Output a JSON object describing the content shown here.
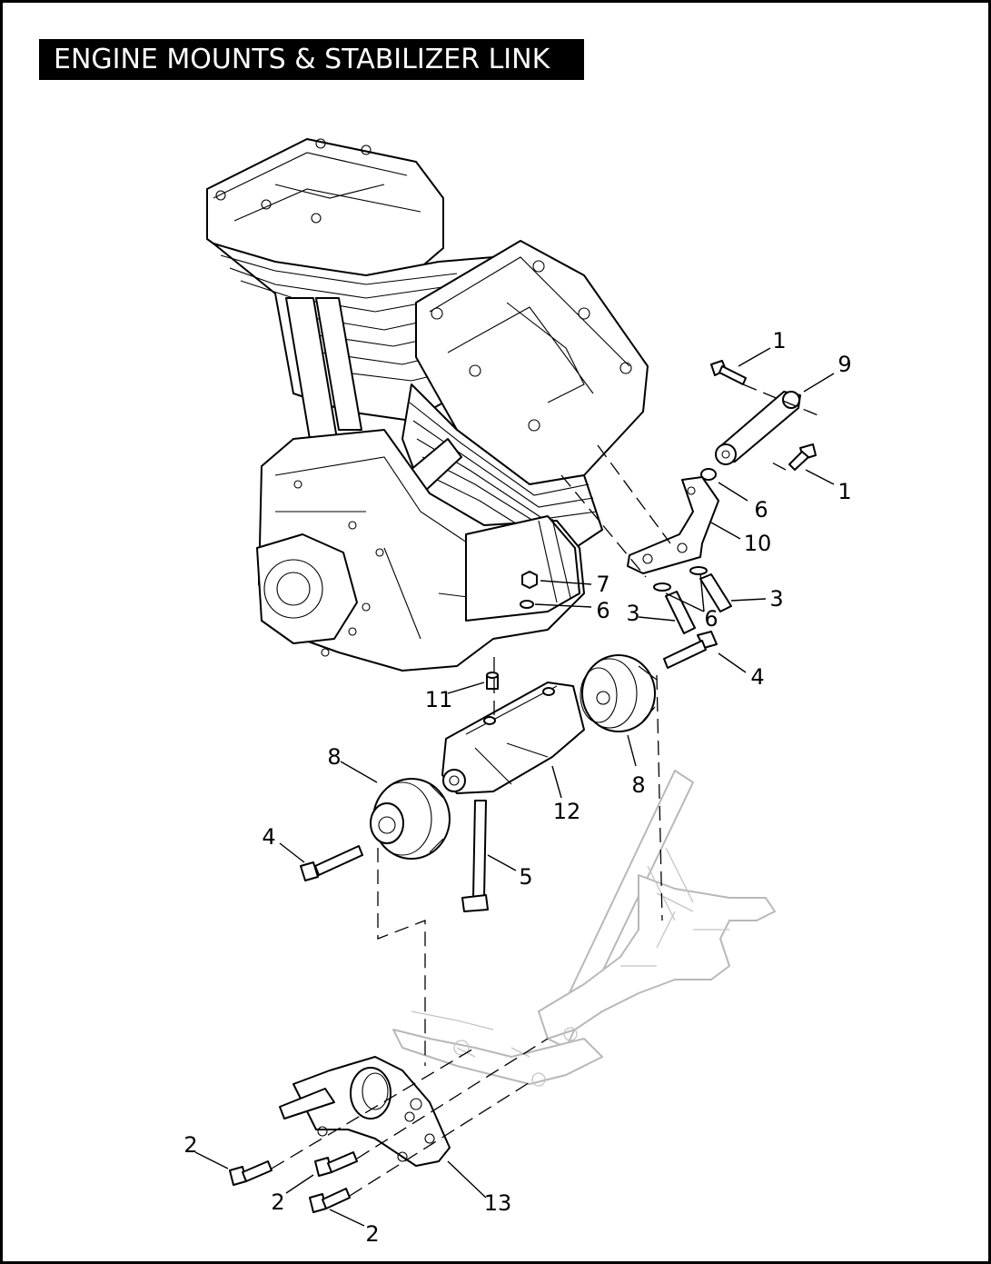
{
  "title": "ENGINE MOUNTS & STABILIZER LINK",
  "callouts": [
    {
      "id": "c1a",
      "text": "1"
    },
    {
      "id": "c9",
      "text": "9"
    },
    {
      "id": "c1b",
      "text": "1"
    },
    {
      "id": "c6a",
      "text": "6"
    },
    {
      "id": "c10",
      "text": "10"
    },
    {
      "id": "c7",
      "text": "7"
    },
    {
      "id": "c6b",
      "text": "6"
    },
    {
      "id": "c3a",
      "text": "3"
    },
    {
      "id": "c3b",
      "text": "3"
    },
    {
      "id": "c6c",
      "text": "6"
    },
    {
      "id": "c4a",
      "text": "4"
    },
    {
      "id": "c11",
      "text": "11"
    },
    {
      "id": "c8a",
      "text": "8"
    },
    {
      "id": "c8b",
      "text": "8"
    },
    {
      "id": "c12",
      "text": "12"
    },
    {
      "id": "c4b",
      "text": "4"
    },
    {
      "id": "c5",
      "text": "5"
    },
    {
      "id": "c2a",
      "text": "2"
    },
    {
      "id": "c2b",
      "text": "2"
    },
    {
      "id": "c13",
      "text": "13"
    },
    {
      "id": "c2c",
      "text": "2"
    }
  ]
}
